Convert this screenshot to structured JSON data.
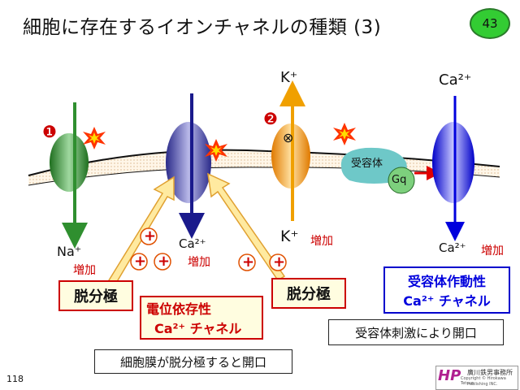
{
  "title": "細胞に存在するイオンチャネルの種類 (3)",
  "page_badge": "43",
  "markers": {
    "one": "❶",
    "two": "❷"
  },
  "labels": {
    "k_top": "K⁺",
    "ca_top": "Ca²⁺",
    "na_bottom": "Na⁺",
    "na_increase": "増加",
    "ca_mid": "Ca²⁺",
    "ca_mid_increase": "増加",
    "k_bottom": "K⁺",
    "k_increase": "増加",
    "ca_right_bottom": "Ca²⁺",
    "ca_right_increase": "増加",
    "receptor": "受容体",
    "gq": "Gq",
    "plus": "+",
    "close_symbol": "⊗"
  },
  "boxes": {
    "depol_left": "脱分極",
    "depol_right": "脱分極",
    "vgcc_line1": "電位依存性",
    "vgcc_line2": "Ca²⁺ チャネル",
    "roc_line1": "受容体作動性",
    "roc_line2": "Ca²⁺ チャネル",
    "receptor_stim": "受容体刺激により開口",
    "membrane_depol": "細胞膜が脱分極すると開口"
  },
  "footer": {
    "page_number": "118",
    "logo_mark": "HP",
    "logo_line1": "廣川鉄男事務所",
    "logo_line2": "Copyright © Hirokawa Tetsuo",
    "logo_line3": "Publishing INC."
  },
  "colors": {
    "green_channel": "#2f8f2f",
    "blue_channel": "#1a1a8c",
    "orange_channel": "#f0a000",
    "bright_blue_channel": "#0000dd",
    "red_text": "#cc0000",
    "receptor": "#6ec8c8",
    "badge": "#33cc33"
  }
}
